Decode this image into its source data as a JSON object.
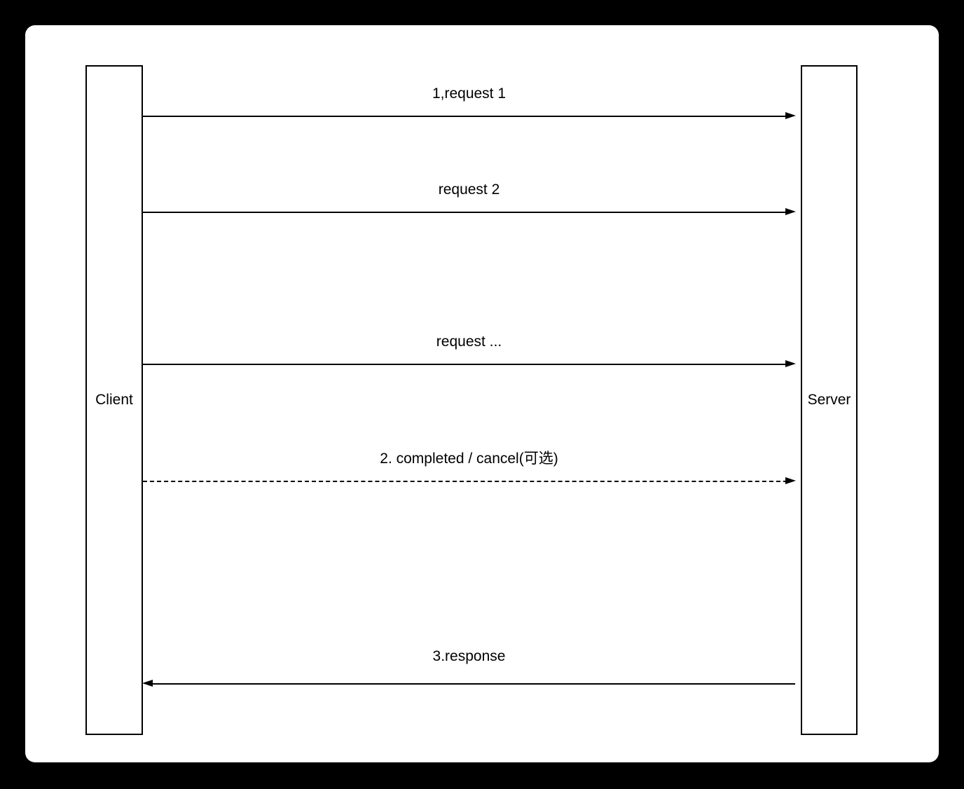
{
  "colors": {
    "page_background": "#000000",
    "canvas_background": "#ffffff",
    "stroke": "#000000"
  },
  "diagram": {
    "type": "sequence",
    "actors": [
      {
        "name": "Client"
      },
      {
        "name": "Server"
      }
    ],
    "messages": [
      {
        "label": "1,request 1",
        "from": "Client",
        "to": "Server",
        "style": "solid"
      },
      {
        "label": "request 2",
        "from": "Client",
        "to": "Server",
        "style": "solid"
      },
      {
        "label": "request ...",
        "from": "Client",
        "to": "Server",
        "style": "solid"
      },
      {
        "label": "2. completed / cancel(可选)",
        "from": "Client",
        "to": "Server",
        "style": "dashed"
      },
      {
        "label": "3.response",
        "from": "Server",
        "to": "Client",
        "style": "solid"
      }
    ]
  }
}
